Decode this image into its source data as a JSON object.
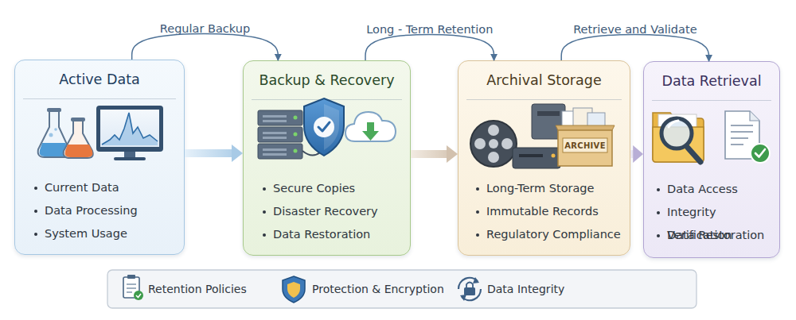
{
  "diagram": {
    "nodes": [
      {
        "text": [
          "Active Data",
          "Current Data",
          "Data Processing",
          "System Usage"
        ]
      },
      {
        "text": [
          "Backup & Recovery",
          "Secure Copies",
          "Disaster Recovery",
          "Data Restoration"
        ]
      },
      {
        "text": [
          "Archival Storage",
          "Long-Term Storage",
          "Immutable Records",
          "Regulatory Compliance"
        ]
      },
      {
        "text": [
          "Data Retrieval",
          "Data Access",
          "Integrity Verification",
          "Data Restoration"
        ]
      }
    ],
    "edges": [
      {
        "from": 0,
        "to": 1,
        "arrow": "to",
        "label": "Regular Backup"
      },
      {
        "from": 1,
        "to": 2,
        "arrow": "to",
        "label": "Long - Term Retention"
      },
      {
        "from": 2,
        "to": 3,
        "arrow": "to",
        "label": "Retrieve and Validate"
      },
      {
        "from": 0,
        "to": 1,
        "arrow": "to"
      },
      {
        "from": 1,
        "to": 2,
        "arrow": "to"
      },
      {
        "from": 2,
        "to": 3,
        "arrow": "to"
      }
    ],
    "labels": [
      "ARCHIVE"
    ],
    "legend": [
      {
        "text": "Retention Policies"
      },
      {
        "text": "Protection & Encryption"
      },
      {
        "text": "Data Integrity"
      }
    ]
  }
}
